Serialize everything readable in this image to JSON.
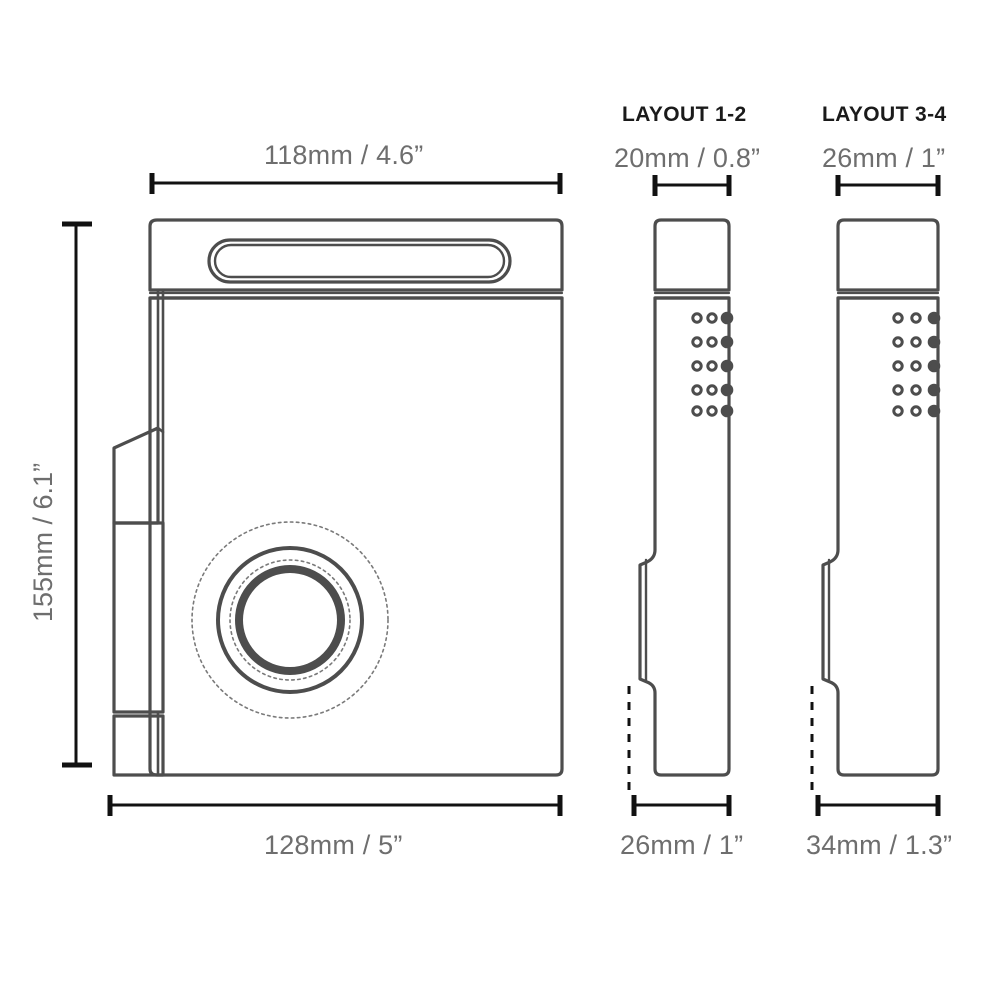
{
  "diagram": {
    "title": "Product dimension drawing",
    "stroke_color": "#4d4d4d",
    "dim_line_color": "#111111",
    "label_color": "#6e6e6e",
    "header_color": "#1a1a1a",
    "background": "#ffffff"
  },
  "front_view": {
    "name": "front-view",
    "top_dimension": "118mm / 4.6”",
    "bottom_dimension": "128mm / 5”",
    "height_dimension": "155mm / 6.1”"
  },
  "side_view_1": {
    "header": "LAYOUT 1-2",
    "top_dimension": "20mm / 0.8”",
    "bottom_dimension": "26mm / 1”",
    "vent_columns": 3,
    "vent_rows": 5
  },
  "side_view_2": {
    "header": "LAYOUT 3-4",
    "top_dimension": "26mm / 1”",
    "bottom_dimension": "34mm / 1.3”",
    "vent_columns": 3,
    "vent_rows": 5
  }
}
